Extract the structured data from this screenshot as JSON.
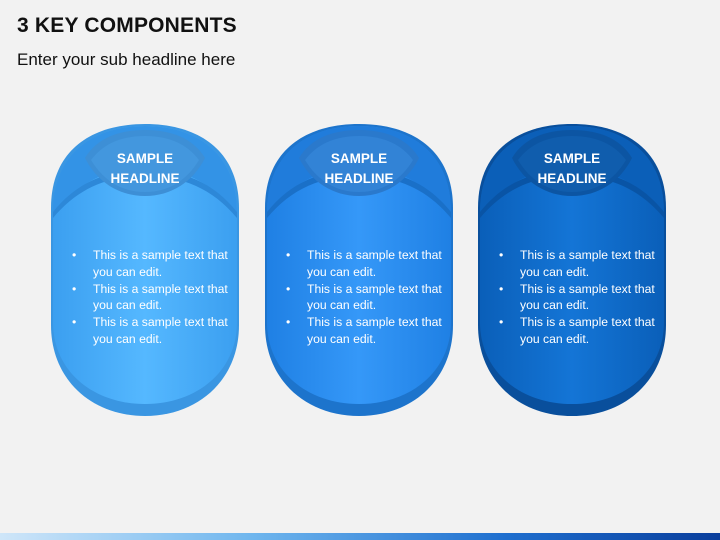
{
  "slide": {
    "title": "3 KEY COMPONENTS",
    "subtitle": "Enter your sub headline here"
  },
  "components": [
    {
      "headline": "SAMPLE HEADLINE",
      "headline_lines": [
        "SAMPLE",
        "HEADLINE"
      ],
      "bullets": [
        "This is a sample text that you can edit.",
        "This is a sample text that you can edit.",
        "This is a sample text that you can edit."
      ],
      "colors": {
        "body": "#4aaefc",
        "top": "#3a9bec",
        "oval": "#3d95de",
        "shade": "#3393e6"
      }
    },
    {
      "headline": "SAMPLE HEADLINE",
      "headline_lines": [
        "SAMPLE",
        "HEADLINE"
      ],
      "bullets": [
        "This is a sample text that you can edit.",
        "This is a sample text that you can edit.",
        "This is a sample text that you can edit."
      ],
      "colors": {
        "body": "#2a8ff2",
        "top": "#2a82e0",
        "oval": "#2f7ed2",
        "shade": "#207cdb"
      }
    },
    {
      "headline": "SAMPLE HEADLINE",
      "headline_lines": [
        "SAMPLE",
        "HEADLINE"
      ],
      "bullets": [
        "This is a sample text that you can edit.",
        "This is a sample text that you can edit.",
        "This is a sample text that you can edit."
      ],
      "colors": {
        "body": "#0f6fcf",
        "top": "#0c62bc",
        "oval": "#0e5aaa",
        "shade": "#0b5fb8"
      }
    }
  ]
}
